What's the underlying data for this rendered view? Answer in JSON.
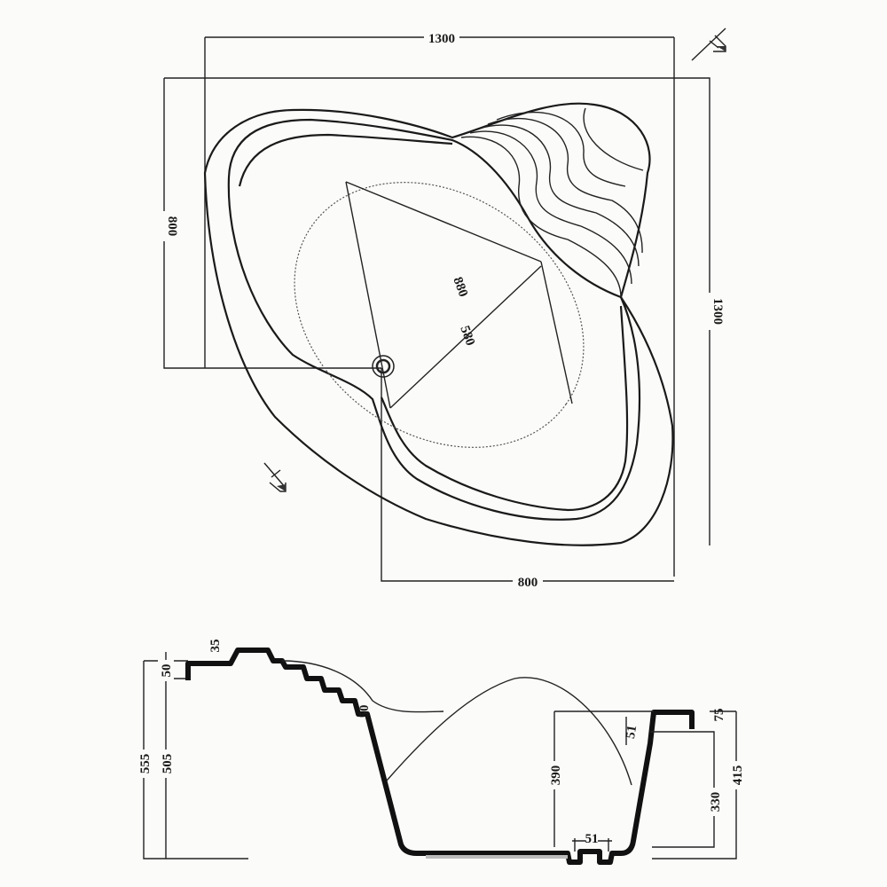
{
  "top_view": {
    "width_top": "1300",
    "side_left": "800",
    "width_right": "1300",
    "length_inner": "880",
    "width_inner": "580",
    "side_bottom": "800",
    "icons": [
      "corner-arrow-icon",
      "corner-arrow-icon",
      "drain-icon"
    ]
  },
  "section_view": {
    "step_height": "35",
    "rim_left": "50",
    "total_height": "555",
    "inner_height_left": "505",
    "step_rim": "50",
    "depth": "390",
    "wall_top": "51",
    "drain_width": "51",
    "rim_right": "75",
    "inner_height_right": "330",
    "total_height_right": "415"
  }
}
